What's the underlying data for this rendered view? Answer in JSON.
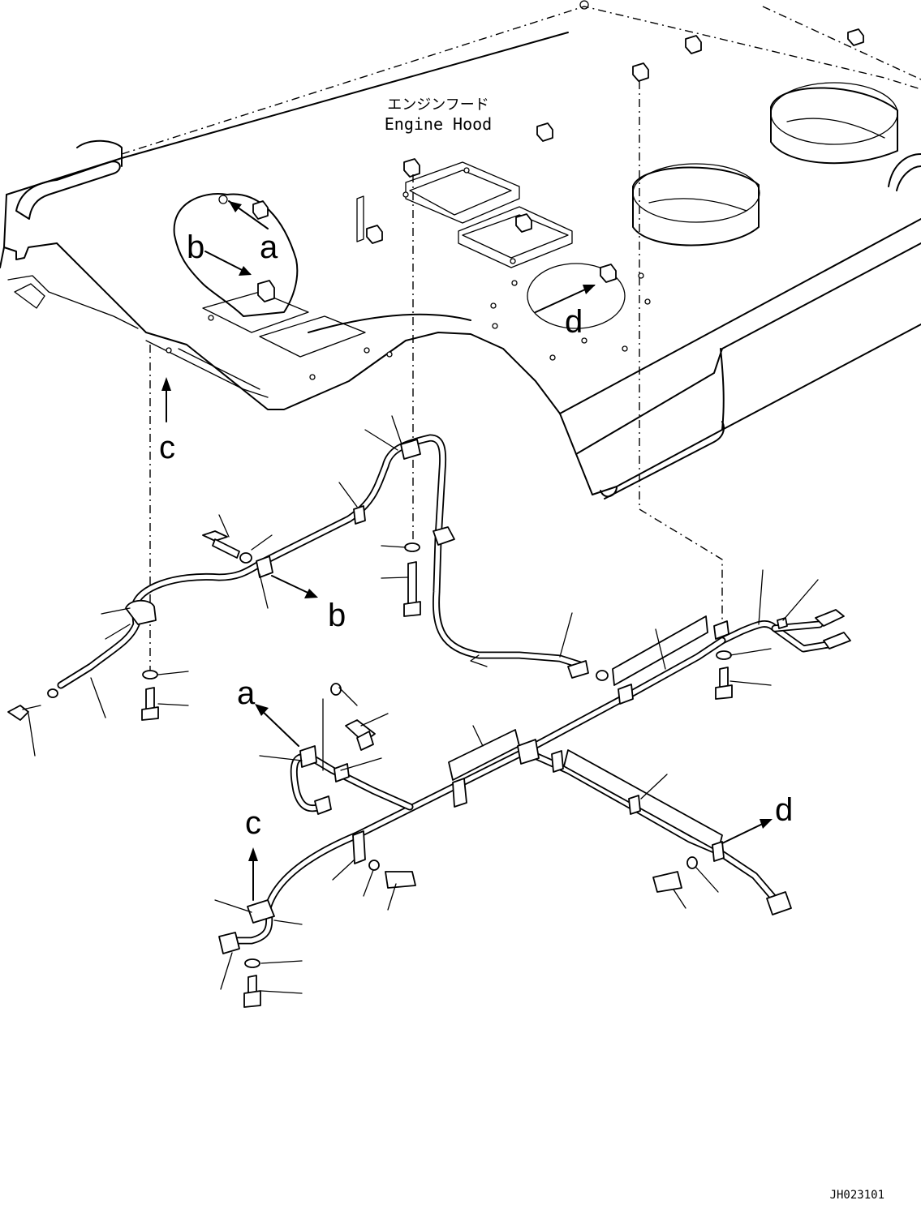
{
  "hood_label": {
    "japanese": "エンジンフード",
    "english": "Engine Hood"
  },
  "view_markers": [
    "a",
    "b",
    "c",
    "d"
  ],
  "drawing_number": "JH023101"
}
